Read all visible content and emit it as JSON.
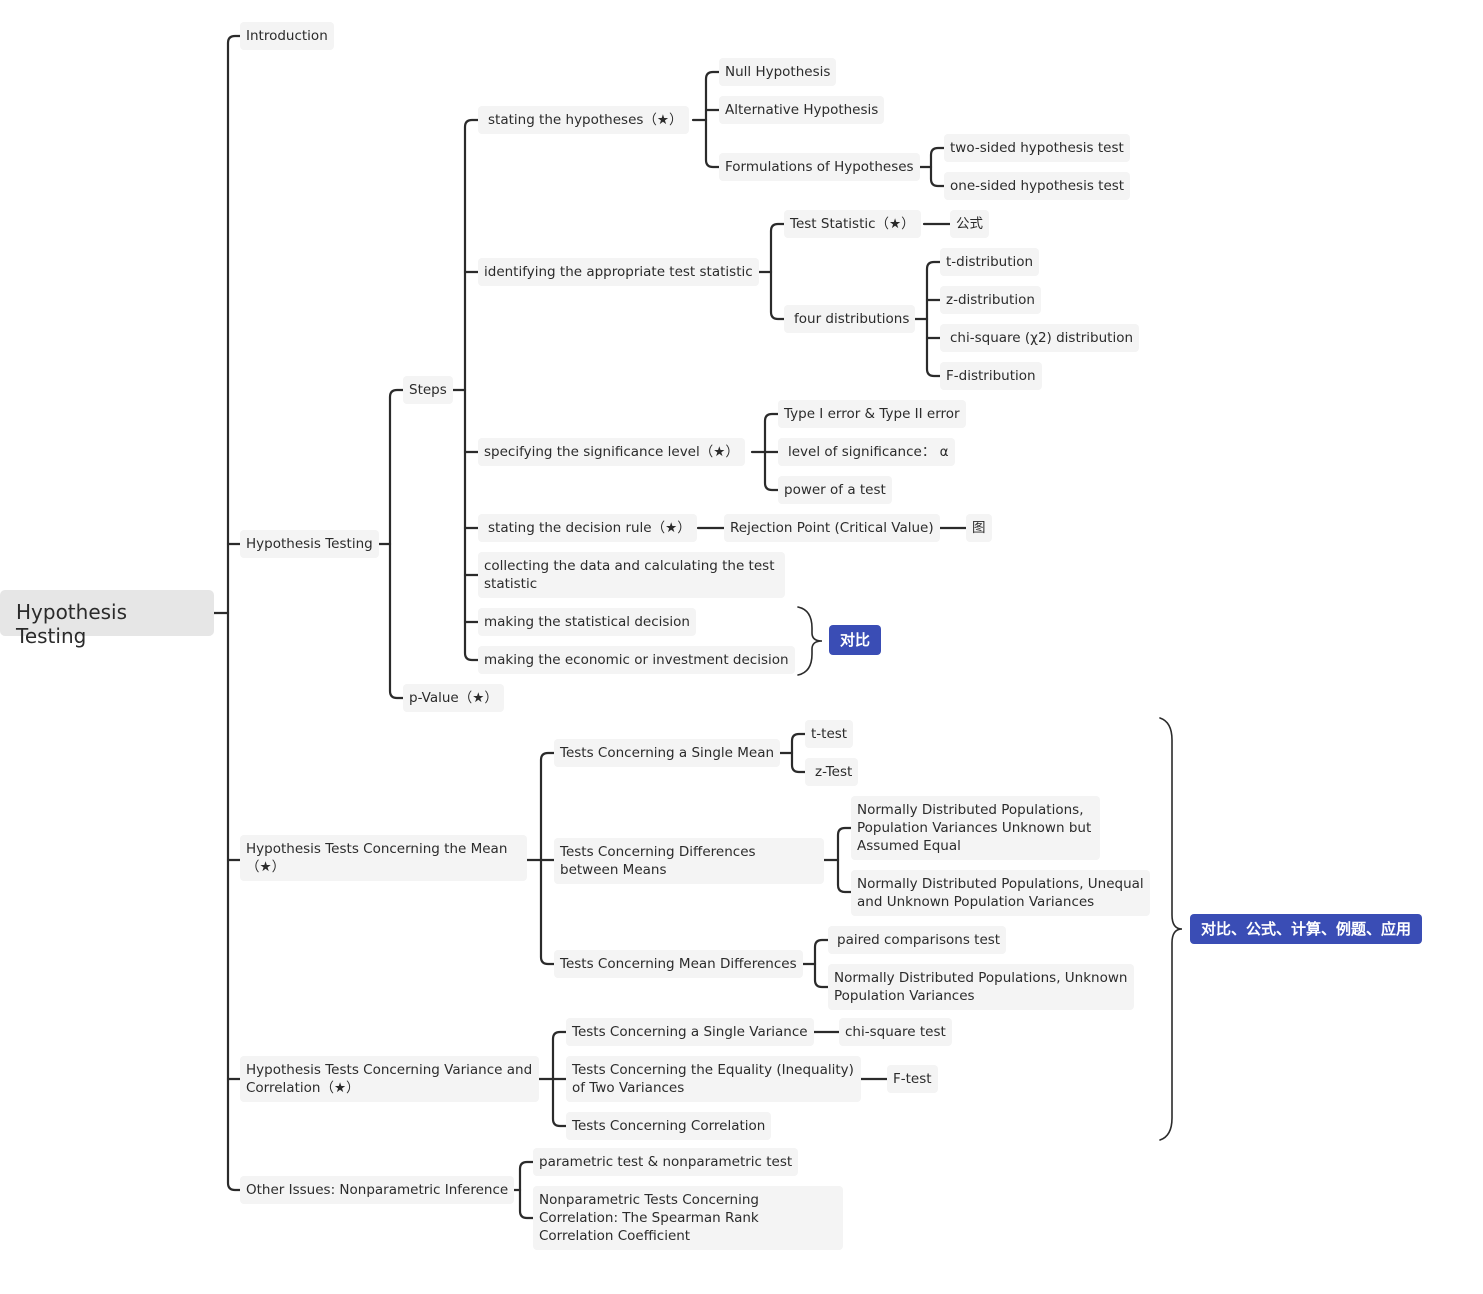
{
  "root": "Hypothesis Testing",
  "introduction": "Introduction",
  "hypothesis_testing": {
    "label": "Hypothesis Testing",
    "steps": {
      "label": "Steps",
      "stating_hypotheses": {
        "label": "stating the hypotheses（★）",
        "null": "Null Hypothesis",
        "alternative": "Alternative Hypothesis",
        "formulations": "Formulations of Hypotheses",
        "two_sided": "two-sided hypothesis test",
        "one_sided": "one-sided hypothesis test"
      },
      "identifying": {
        "label": "identifying the appropriate test statistic",
        "test_statistic": "Test Statistic（★）",
        "formula": "公式",
        "four_distributions": "four distributions",
        "t_dist": "t-distribution",
        "z_dist": "z-distribution",
        "chi_dist": "chi-square (χ2) distribution",
        "f_dist": "F-distribution"
      },
      "significance": {
        "label": "specifying the significance level（★）",
        "errors": "Type I error & Type II error",
        "level": "level of significance： α",
        "power": "power of a test"
      },
      "decision_rule": {
        "label": "stating the decision rule（★）",
        "rejection_point": "Rejection Point (Critical Value)",
        "figure": "图"
      },
      "collecting": "collecting the data and calculating the test statistic",
      "statistical_decision": "making the statistical decision",
      "economic_decision": "making the economic or investment decision",
      "compare_tag": "对比"
    },
    "p_value": "p-Value（★）"
  },
  "mean_tests": {
    "label": "Hypothesis Tests Concerning the Mean（★）",
    "single_mean": "Tests Concerning a Single Mean",
    "t_test": "t-test",
    "z_test": "z-Test",
    "diff_between": "Tests Concerning Differences between Means",
    "equal_var": "Normally Distributed Populations, Population Variances Unknown but Assumed Equal",
    "unequal_var": "Normally Distributed Populations, Unequal and Unknown Population Variances",
    "mean_diff": "Tests Concerning Mean Differences",
    "paired": "paired comparisons test",
    "unknown_var": "Normally Distributed Populations, Unknown Population Variances"
  },
  "variance_tests": {
    "label": "Hypothesis Tests Concerning Variance and Correlation（★）",
    "single_variance": "Tests Concerning a Single Variance",
    "chi_test": "chi-square test",
    "equality": "Tests Concerning the Equality (Inequality) of Two Variances",
    "f_test": "F-test",
    "correlation": "Tests Concerning Correlation"
  },
  "other_issues": {
    "label": "Other Issues: Nonparametric Inference",
    "parametric": "parametric test & nonparametric test",
    "spearman": "Nonparametric Tests Concerning Correlation: The Spearman Rank Correlation Coefficient"
  },
  "summary_tag": "对比、公式、计算、例题、应用",
  "colors": {
    "line": "#2b2b2b",
    "node_bg": "#f4f4f4",
    "root_bg": "#e6e6e6",
    "tag_bg": "#3a4db5"
  }
}
